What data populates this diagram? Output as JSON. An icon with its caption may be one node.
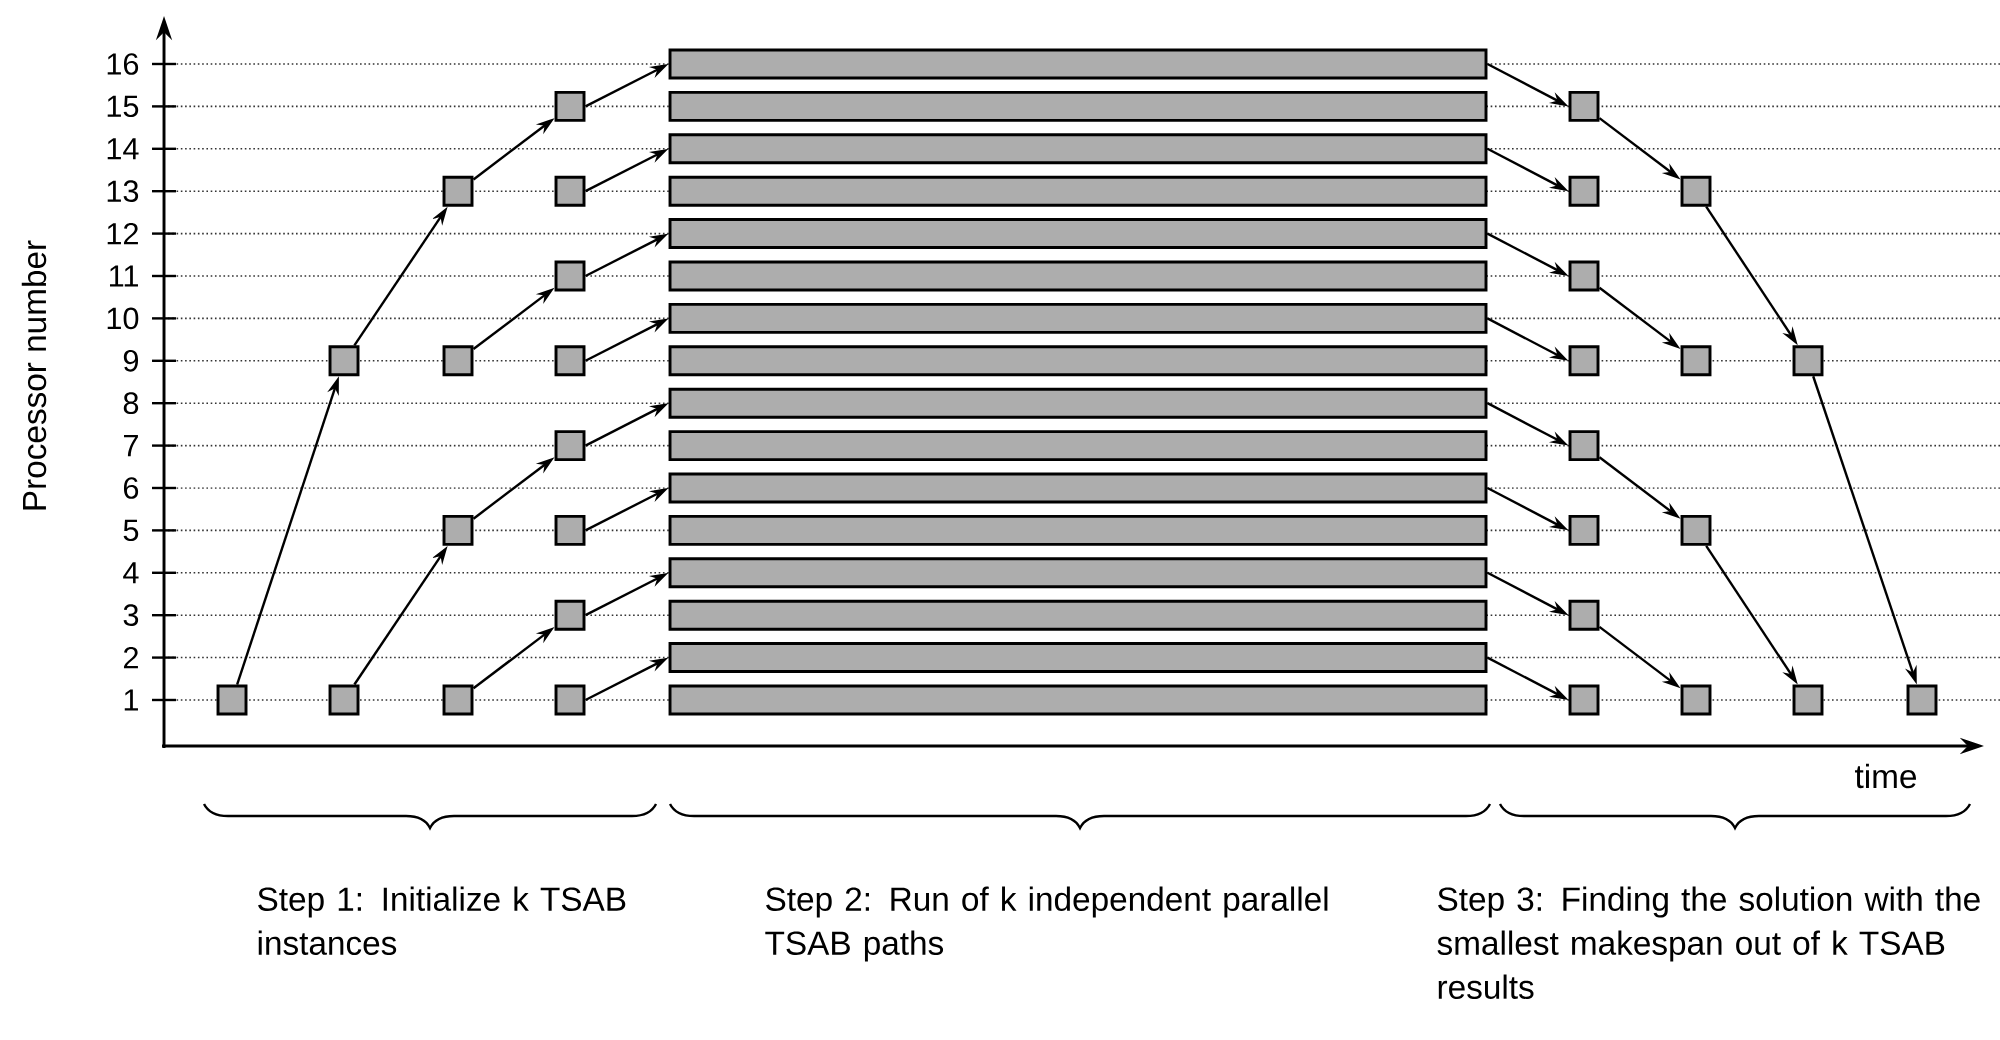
{
  "diagram": {
    "nodes": [
      {
        "text": [],
        "shape": "box"
      },
      {
        "text": [],
        "shape": "box"
      },
      {
        "text": [],
        "shape": "box"
      },
      {
        "text": [],
        "shape": "box"
      },
      {
        "text": [],
        "shape": "box"
      },
      {
        "text": [],
        "shape": "box"
      },
      {
        "text": [],
        "shape": "box"
      },
      {
        "text": [],
        "shape": "box"
      },
      {
        "text": [],
        "shape": "box"
      },
      {
        "text": [],
        "shape": "box"
      },
      {
        "text": [],
        "shape": "box"
      },
      {
        "text": [],
        "shape": "box"
      },
      {
        "text": [],
        "shape": "box"
      },
      {
        "text": [],
        "shape": "box"
      },
      {
        "text": [],
        "shape": "box"
      },
      {
        "text": [],
        "shape": "bar"
      },
      {
        "text": [],
        "shape": "bar"
      },
      {
        "text": [],
        "shape": "bar"
      },
      {
        "text": [],
        "shape": "bar"
      },
      {
        "text": [],
        "shape": "bar"
      },
      {
        "text": [],
        "shape": "bar"
      },
      {
        "text": [],
        "shape": "bar"
      },
      {
        "text": [],
        "shape": "bar"
      },
      {
        "text": [],
        "shape": "bar"
      },
      {
        "text": [],
        "shape": "bar"
      },
      {
        "text": [],
        "shape": "bar"
      },
      {
        "text": [],
        "shape": "bar"
      },
      {
        "text": [],
        "shape": "bar"
      },
      {
        "text": [],
        "shape": "bar"
      },
      {
        "text": [],
        "shape": "bar"
      },
      {
        "text": [],
        "shape": "bar"
      },
      {
        "text": [],
        "shape": "box"
      },
      {
        "text": [],
        "shape": "box"
      },
      {
        "text": [],
        "shape": "box"
      },
      {
        "text": [],
        "shape": "box"
      },
      {
        "text": [],
        "shape": "box"
      },
      {
        "text": [],
        "shape": "box"
      },
      {
        "text": [],
        "shape": "box"
      },
      {
        "text": [],
        "shape": "box"
      },
      {
        "text": [],
        "shape": "box"
      },
      {
        "text": [],
        "shape": "box"
      },
      {
        "text": [],
        "shape": "box"
      },
      {
        "text": [],
        "shape": "box"
      },
      {
        "text": [],
        "shape": "box"
      },
      {
        "text": [],
        "shape": "box"
      },
      {
        "text": [],
        "shape": "box"
      }
    ],
    "edges": [
      {
        "from": 0,
        "to": 1,
        "arrow": "to"
      },
      {
        "from": 1,
        "to": 3,
        "arrow": "to"
      },
      {
        "from": 2,
        "to": 5,
        "arrow": "to"
      },
      {
        "from": 3,
        "to": 7,
        "arrow": "to"
      },
      {
        "from": 4,
        "to": 9,
        "arrow": "to"
      },
      {
        "from": 5,
        "to": 11,
        "arrow": "to"
      },
      {
        "from": 6,
        "to": 13,
        "arrow": "to"
      },
      {
        "from": 7,
        "to": 15,
        "arrow": "to"
      },
      {
        "from": 8,
        "to": 17,
        "arrow": "to"
      },
      {
        "from": 9,
        "to": 19,
        "arrow": "to"
      },
      {
        "from": 10,
        "to": 21,
        "arrow": "to"
      },
      {
        "from": 11,
        "to": 23,
        "arrow": "to"
      },
      {
        "from": 12,
        "to": 25,
        "arrow": "to"
      },
      {
        "from": 13,
        "to": 27,
        "arrow": "to"
      },
      {
        "from": 14,
        "to": 29,
        "arrow": "to"
      },
      {
        "from": 15,
        "to": 31,
        "arrow": "to"
      },
      {
        "from": 17,
        "to": 32,
        "arrow": "to"
      },
      {
        "from": 19,
        "to": 33,
        "arrow": "to"
      },
      {
        "from": 21,
        "to": 34,
        "arrow": "to"
      },
      {
        "from": 23,
        "to": 35,
        "arrow": "to"
      },
      {
        "from": 25,
        "to": 36,
        "arrow": "to"
      },
      {
        "from": 27,
        "to": 37,
        "arrow": "to"
      },
      {
        "from": 29,
        "to": 38,
        "arrow": "to"
      },
      {
        "from": 31,
        "to": 39,
        "arrow": "to"
      },
      {
        "from": 33,
        "to": 40,
        "arrow": "to"
      },
      {
        "from": 35,
        "to": 41,
        "arrow": "to"
      },
      {
        "from": 37,
        "to": 42,
        "arrow": "to"
      },
      {
        "from": 39,
        "to": 43,
        "arrow": "to"
      },
      {
        "from": 41,
        "to": 44,
        "arrow": "to"
      },
      {
        "from": 43,
        "to": 45,
        "arrow": "to"
      }
    ],
    "labels": [
      "16",
      "15",
      "14",
      "13",
      "12",
      "11",
      "10",
      "9",
      "8",
      "7",
      "6",
      "5",
      "4",
      "3",
      "2",
      "1",
      "Processor number",
      "time",
      "Step 1: Initialize k TSAB instances",
      "Step 2: Run of k independent parallel TSAB paths",
      "Step 3: Finding the solution with the smallest makespan out of k TSAB results"
    ]
  }
}
